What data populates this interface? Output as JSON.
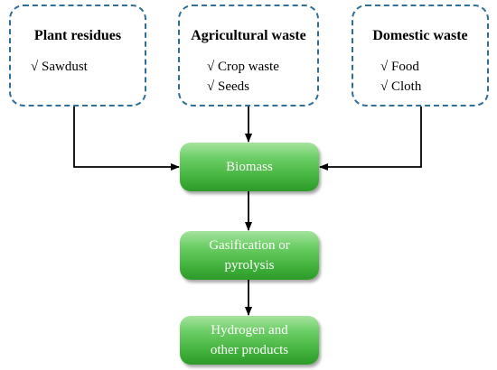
{
  "sources": [
    {
      "title": "Plant residues",
      "items": [
        "√ Sawdust"
      ]
    },
    {
      "title": "Agricultural waste",
      "items": [
        "√ Crop waste",
        "√ Seeds"
      ]
    },
    {
      "title": "Domestic waste",
      "items": [
        "√ Food",
        "√ Cloth"
      ]
    }
  ],
  "process": {
    "biomass": "Biomass",
    "conversion_line1": "Gasification or",
    "conversion_line2": "pyrolysis",
    "products_line1": "Hydrogen and",
    "products_line2": "other products"
  },
  "colors": {
    "dash_border": "#2f6f9a",
    "green": "#3fb03a",
    "arrow": "#000000"
  }
}
